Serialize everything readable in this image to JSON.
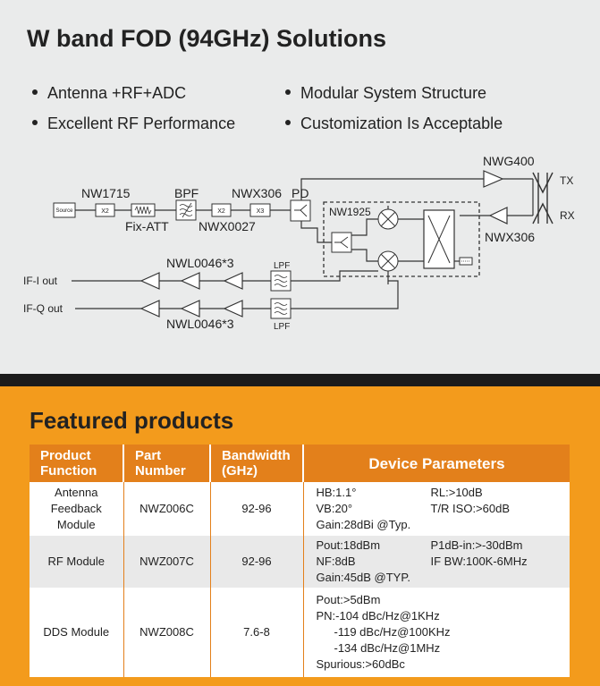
{
  "title": "W band FOD (94GHz) Solutions",
  "bullets": {
    "left": [
      "Antenna +RF+ADC",
      "Excellent RF Performance"
    ],
    "right": [
      "Modular System Structure",
      "Customization Is Acceptable"
    ]
  },
  "diagram": {
    "source": "Source",
    "x2": "X2",
    "x3": "X3",
    "nw1715": "NW1715",
    "bpf": "BPF",
    "fix_att": "Fix-ATT",
    "nwx306_top": "NWX306",
    "pd": "PD",
    "nwx0027": "NWX0027",
    "nwg400": "NWG400",
    "tx": "TX",
    "rx": "RX",
    "nw1925": "NW1925",
    "nwx306_right": "NWX306",
    "nwl_top": "NWL0046*3",
    "nwl_bottom": "NWL0046*3",
    "lpf": "LPF",
    "if_i": "IF-I out",
    "if_q": "IF-Q out"
  },
  "featured_title": "Featured products",
  "table": {
    "headers": [
      [
        "Product",
        "Function"
      ],
      [
        "Part",
        "Number"
      ],
      [
        "Bandwidth",
        "(GHz)"
      ],
      [
        "Device Parameters"
      ]
    ],
    "rows": [
      {
        "function": [
          "Antenna",
          "Feedback",
          "Module"
        ],
        "part": "NWZ006C",
        "bandwidth": "92-96",
        "params": [
          [
            "HB:1.1°",
            "RL:>10dB"
          ],
          [
            "VB:20°",
            "T/R ISO:>60dB"
          ],
          [
            "Gain:28dBi @Typ.",
            ""
          ]
        ]
      },
      {
        "function": [
          "RF Module"
        ],
        "part": "NWZ007C",
        "bandwidth": "92-96",
        "params": [
          [
            "Pout:18dBm",
            "P1dB-in:>-30dBm"
          ],
          [
            "NF:8dB",
            "IF BW:100K-6MHz"
          ],
          [
            "Gain:45dB @TYP.",
            ""
          ]
        ]
      },
      {
        "function": [
          "DDS Module"
        ],
        "part": "NWZ008C",
        "bandwidth": "7.6-8",
        "params": [
          "Pout:>5dBm",
          "PN:-104 dBc/Hz@1KHz",
          "-119 dBc/Hz@100KHz",
          "-134 dBc/Hz@1MHz",
          "Spurious:>60dBc"
        ]
      }
    ]
  }
}
